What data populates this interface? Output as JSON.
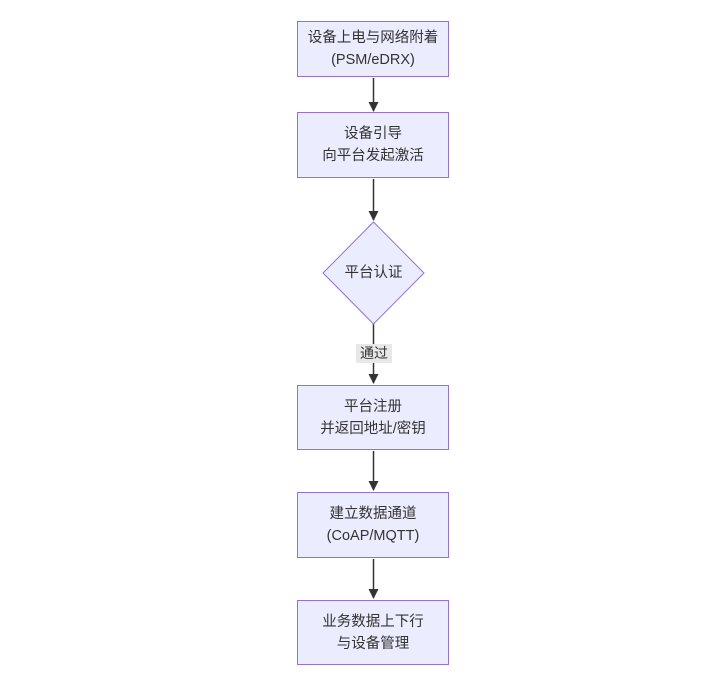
{
  "diagram": {
    "type": "flowchart",
    "direction": "top-down",
    "colors": {
      "node_fill": "#ECECFF",
      "node_border": "#9370DB",
      "edge_line": "#333333",
      "edge_label_bg": "#e8e8e8",
      "text": "#333333",
      "background": "#ffffff"
    },
    "nodes": [
      {
        "id": "power-attach",
        "shape": "rect",
        "line1": "设备上电与网络附着",
        "line2": "(PSM/eDRX)"
      },
      {
        "id": "bootstrap",
        "shape": "rect",
        "line1": "设备引导",
        "line2": "向平台发起激活"
      },
      {
        "id": "auth",
        "shape": "diamond",
        "line1": "平台认证"
      },
      {
        "id": "register",
        "shape": "rect",
        "line1": "平台注册",
        "line2": "并返回地址/密钥"
      },
      {
        "id": "data-channel",
        "shape": "rect",
        "line1": "建立数据通道",
        "line2": "(CoAP/MQTT)"
      },
      {
        "id": "business",
        "shape": "rect",
        "line1": "业务数据上下行",
        "line2": "与设备管理"
      }
    ],
    "edges": [
      {
        "from": "power-attach",
        "to": "bootstrap",
        "label": ""
      },
      {
        "from": "bootstrap",
        "to": "auth",
        "label": ""
      },
      {
        "from": "auth",
        "to": "register",
        "label": "通过"
      },
      {
        "from": "register",
        "to": "data-channel",
        "label": ""
      },
      {
        "from": "data-channel",
        "to": "business",
        "label": ""
      }
    ]
  }
}
